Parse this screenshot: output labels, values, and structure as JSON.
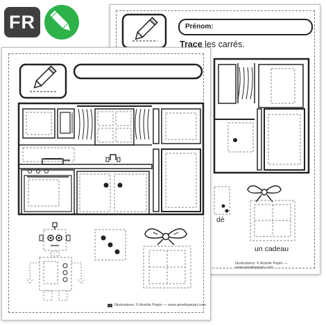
{
  "badges": {
    "language": "FR"
  },
  "worksheet_back": {
    "name_label": "Prénom:",
    "instruction_bold": "Trace",
    "instruction_rest": " les carrés.",
    "caption_gift": "un cadeau",
    "caption_die_partial": "dé",
    "footer_text": "Illustrations: © Amélie Pepin — www.ameliepepin.com"
  },
  "worksheet_front": {
    "footer_text": "Illustrations: © Amélie Pepin — www.ameliepepin.com"
  },
  "icons": [
    "pencil-icon",
    "kitchen-illustration",
    "robot-illustration",
    "die-illustration",
    "gift-illustration"
  ],
  "colors": {
    "badge_dark": "#3f3f3f",
    "badge_green": "#2db24a",
    "ink": "#222222"
  }
}
